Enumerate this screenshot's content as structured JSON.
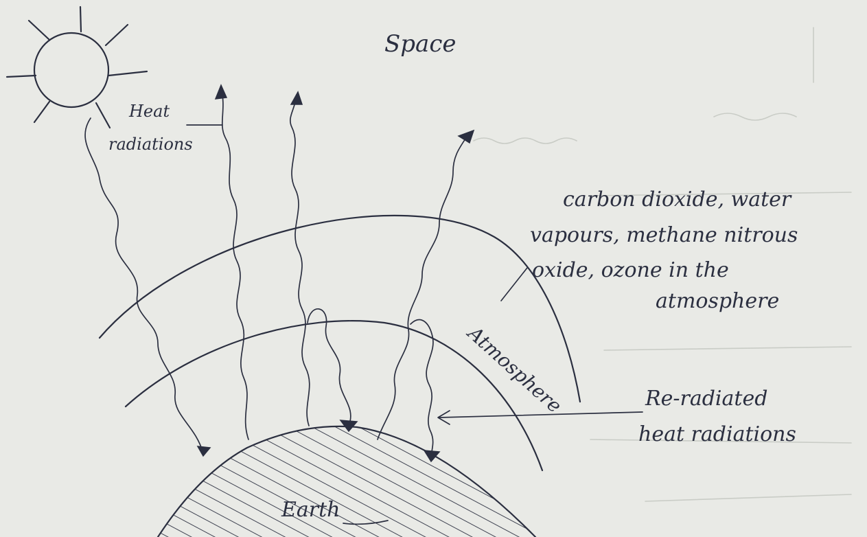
{
  "labels": {
    "space": "Space",
    "heat_radiations_line1": "Heat",
    "heat_radiations_line2": "radiations",
    "gases_line1": "carbon dioxide, water",
    "gases_line2": "vapours, methane nitrous",
    "gases_line3": "oxide, ozone in the",
    "gases_line4": "atmosphere",
    "atmosphere": "Atmosphere",
    "reradiated_line1": "Re-radiated",
    "reradiated_line2": "heat radiations",
    "earth": "Earth"
  },
  "icons": {
    "sun": "sun-icon",
    "earth": "earth-hatched-icon",
    "arrowheads": "arrowhead-icon"
  },
  "colors": {
    "ink": "#2b2f40",
    "paper": "#e9eae6"
  }
}
